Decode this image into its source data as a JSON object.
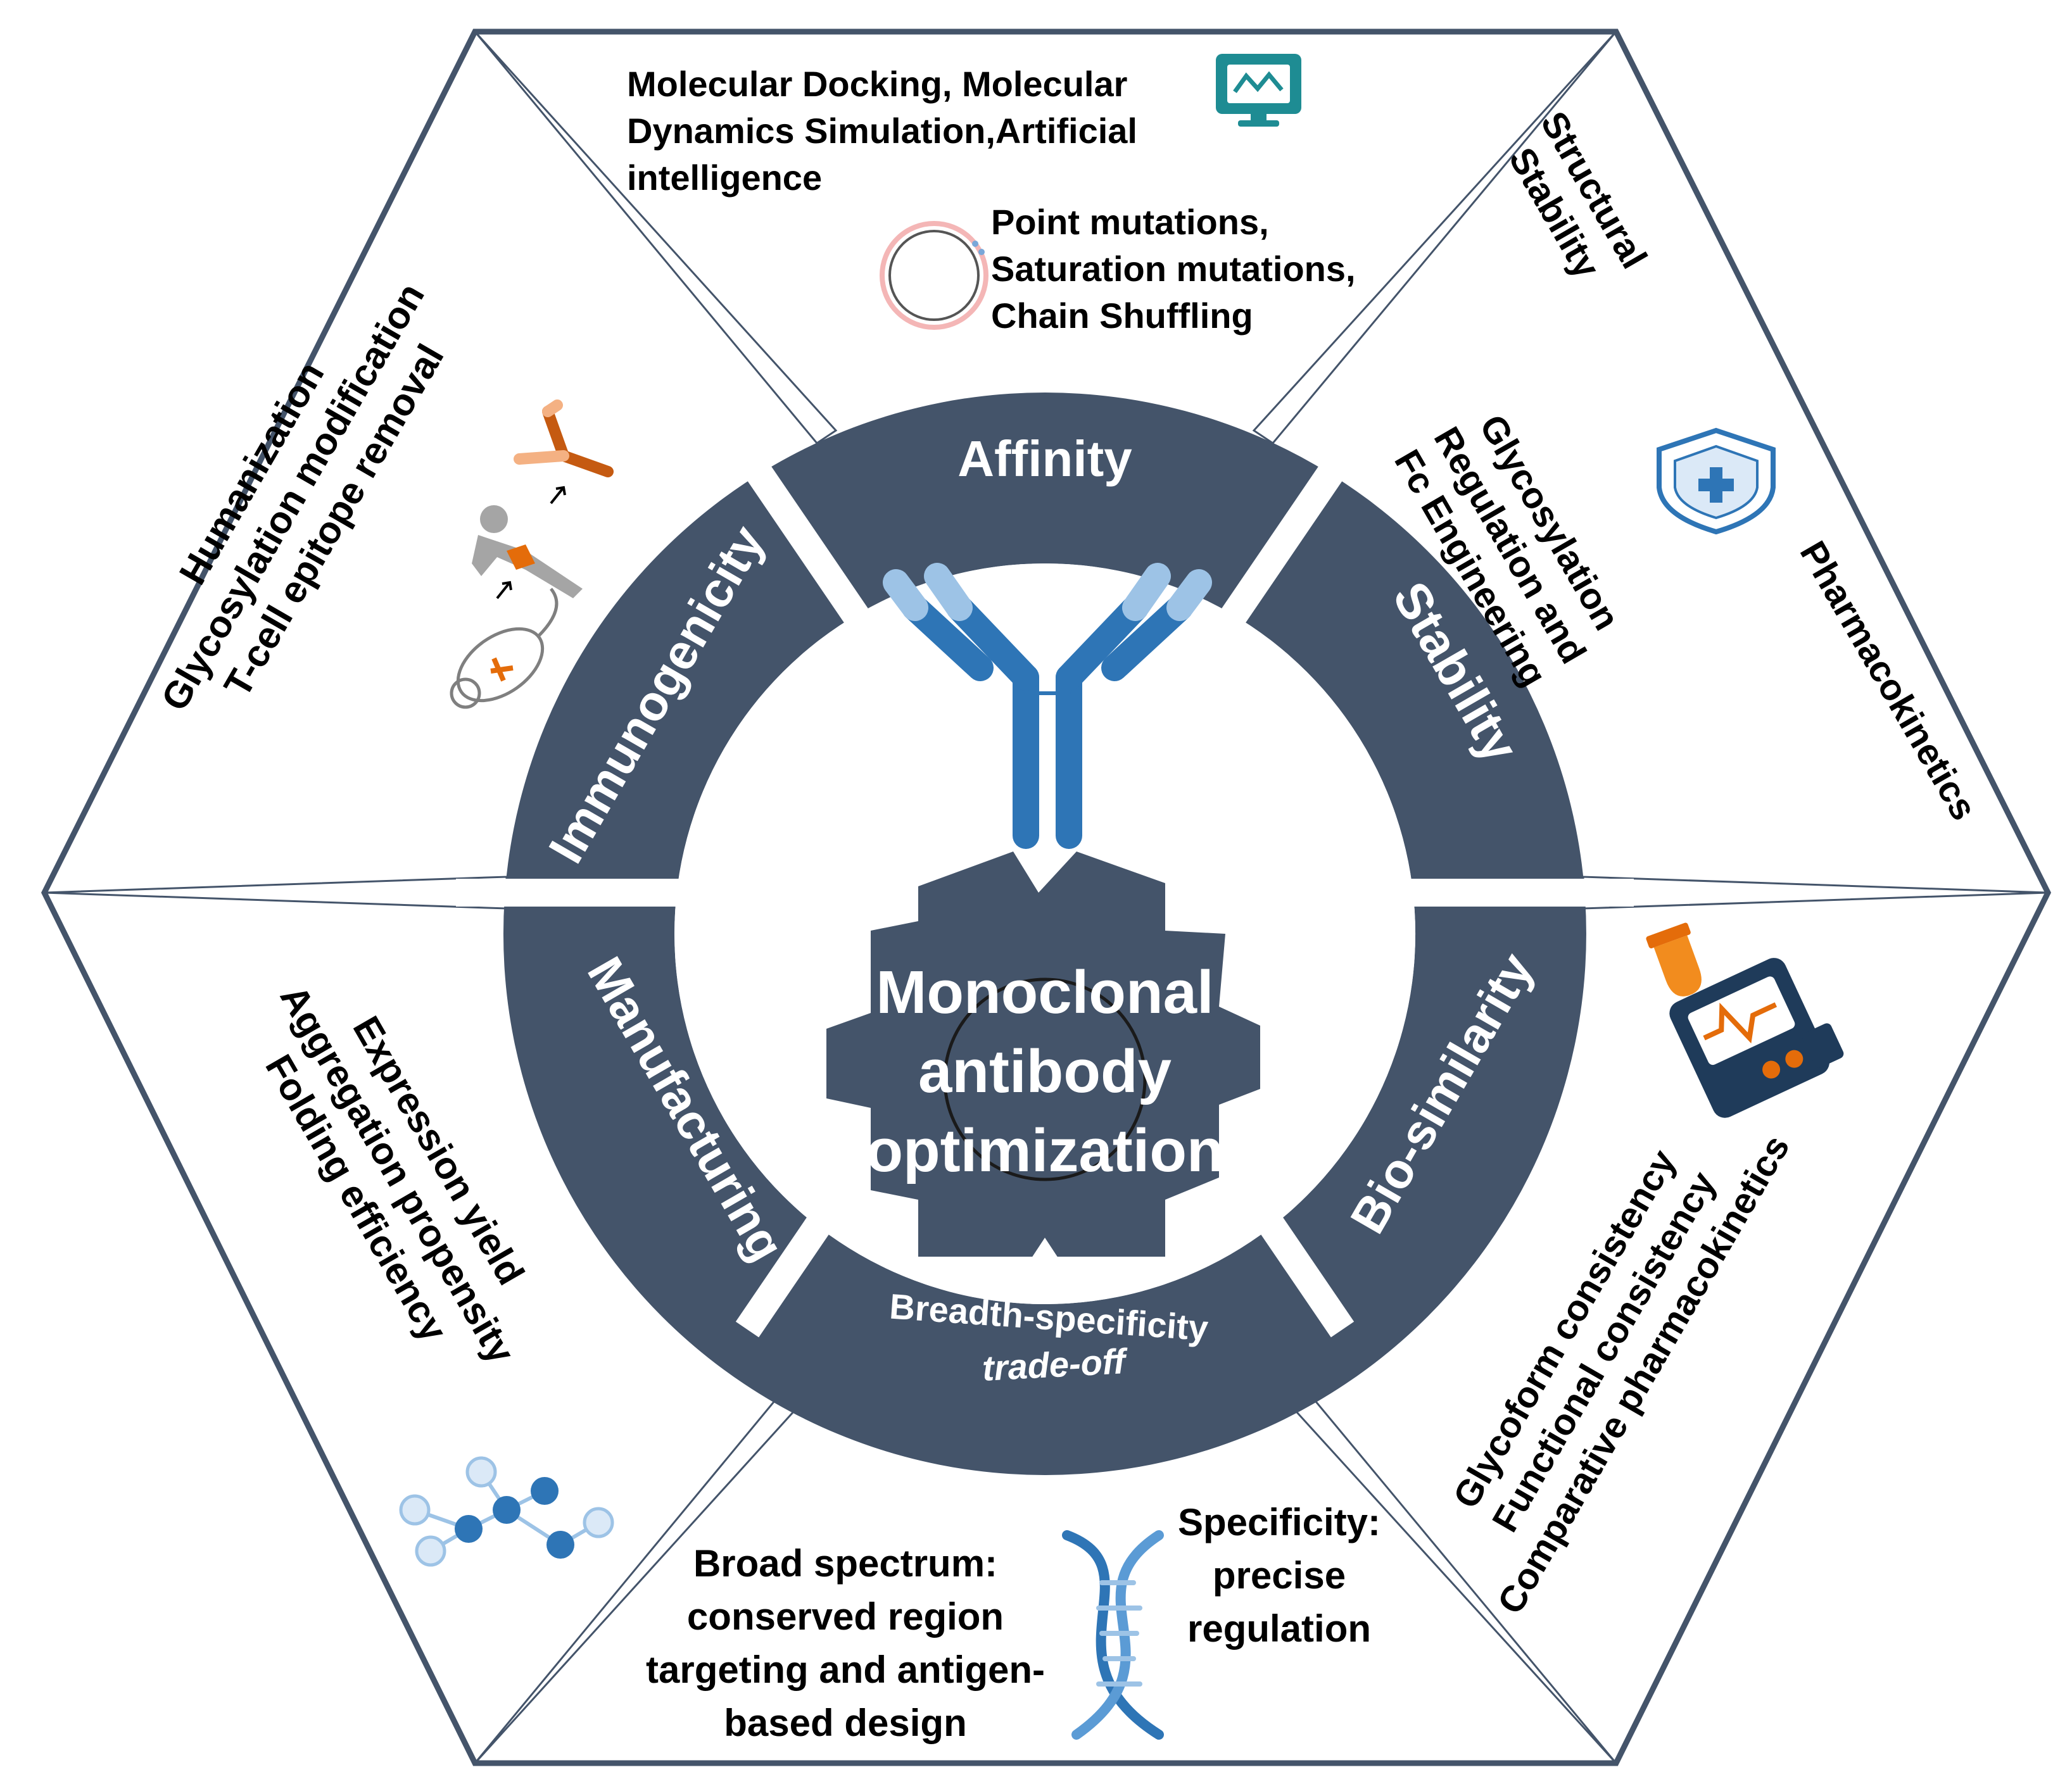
{
  "center": {
    "lines": [
      "Monoclonal",
      "antibody",
      "optimization"
    ]
  },
  "ring": {
    "affinity": "Affinity",
    "stability": "Stability",
    "biosimilarity": "Bio-similarity",
    "tradeoff_lines": [
      "Breadth-specificity",
      "trade-off"
    ],
    "manufacturing": "Manufacturing",
    "immunogenicity": "Immunogenicity"
  },
  "affinity_panel": {
    "methods_lines": [
      "Molecular Docking, Molecular",
      "Dynamics Simulation,Artificial",
      "intelligence"
    ],
    "mutation_lines": [
      "Point mutations,",
      "Saturation mutations,",
      "Chain Shuffling"
    ]
  },
  "stability_panel": {
    "structural_lines": [
      "Structural",
      "Stability"
    ],
    "glyco_lines": [
      "Glycosylation",
      "Regulation and",
      "Fc Engineering"
    ],
    "pk": "Pharmacokinetics"
  },
  "biosimilarity_panel": {
    "lines": [
      "Glycoform consistency",
      "Functional consistency",
      "Comparative pharmacokinetics"
    ]
  },
  "tradeoff_panel": {
    "broad_lines": [
      "Broad spectrum:",
      "conserved region",
      "targeting and antigen-",
      "based design"
    ],
    "specific_lines": [
      "Specificity:",
      "precise",
      "regulation"
    ]
  },
  "manufacturing_panel": {
    "lines": [
      "Expression yield",
      "Aggregation propensity",
      "Folding efficiency"
    ]
  },
  "immunogenicity_panel": {
    "lines": [
      "Humanization",
      "Glycosylation modification",
      "T-cell epitope removal"
    ]
  },
  "colors": {
    "ring": "#44546a",
    "hexagon_border": "#44546a",
    "antibody_dark": "#2e75b6",
    "antibody_light": "#9dc3e6",
    "accent_orange": "#e46c0a",
    "monitor_teal": "#1e8c93"
  }
}
